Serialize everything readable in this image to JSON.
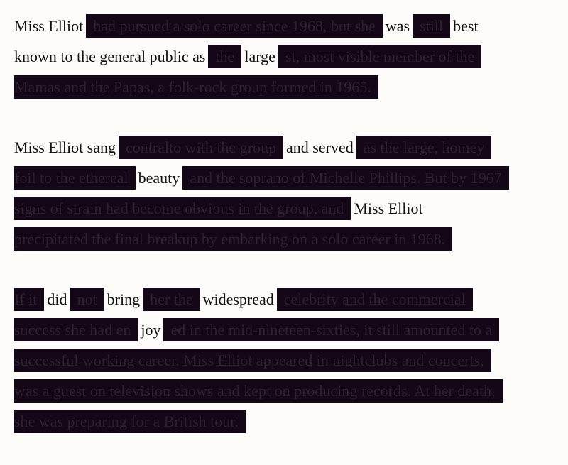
{
  "paragraphs": [
    {
      "lines": [
        [
          {
            "t": "Miss Elliot",
            "r": false
          },
          {
            "t": "had pursued a solo career since 1968, but she",
            "r": true
          },
          {
            "t": "was",
            "r": false
          },
          {
            "t": "still",
            "r": true
          },
          {
            "t": "best",
            "r": false
          }
        ],
        [
          {
            "t": "known to the general public as",
            "r": false
          },
          {
            "t": "the",
            "r": true
          },
          {
            "t": "large",
            "r": false
          },
          {
            "t": "st, most visible member of the",
            "r": true
          }
        ],
        [
          {
            "t": "Mamas and the Papas, a folk-rock group formed in 1965.",
            "r": true
          }
        ]
      ]
    },
    {
      "lines": [
        [
          {
            "t": "Miss Elliot sang",
            "r": false
          },
          {
            "t": "contralto with the group",
            "r": true
          },
          {
            "t": "and served",
            "r": false
          },
          {
            "t": "as the large, homey",
            "r": true
          }
        ],
        [
          {
            "t": "foil to the ethereal",
            "r": true
          },
          {
            "t": "beauty",
            "r": false
          },
          {
            "t": "and the soprano of Michelle Phillips. But by 1967",
            "r": true
          }
        ],
        [
          {
            "t": "signs of strain had become obvious in the group, and",
            "r": true
          },
          {
            "t": "Miss Elliot",
            "r": false
          }
        ],
        [
          {
            "t": "precipitated the final breakup by embarking on a solo career in 1968.",
            "r": true
          }
        ]
      ]
    },
    {
      "lines": [
        [
          {
            "t": "If it",
            "r": true
          },
          {
            "t": "did",
            "r": false
          },
          {
            "t": "not",
            "r": true
          },
          {
            "t": "bring",
            "r": false
          },
          {
            "t": "her the",
            "r": true
          },
          {
            "t": "widespread",
            "r": false
          },
          {
            "t": "celebrity and the commercial",
            "r": true
          }
        ],
        [
          {
            "t": "success she had en",
            "r": true
          },
          {
            "t": "joy",
            "r": false
          },
          {
            "t": "ed in the mid-nineteen-sixties, it still amounted to a",
            "r": true
          }
        ],
        [
          {
            "t": "successful working career. Miss Elliot appeared in nightclubs and concerts,",
            "r": true
          }
        ],
        [
          {
            "t": "was a guest on television shows and kept on producing records. At her death,",
            "r": true
          }
        ],
        [
          {
            "t": "she was preparing for a British tour.",
            "r": true
          }
        ]
      ]
    }
  ]
}
